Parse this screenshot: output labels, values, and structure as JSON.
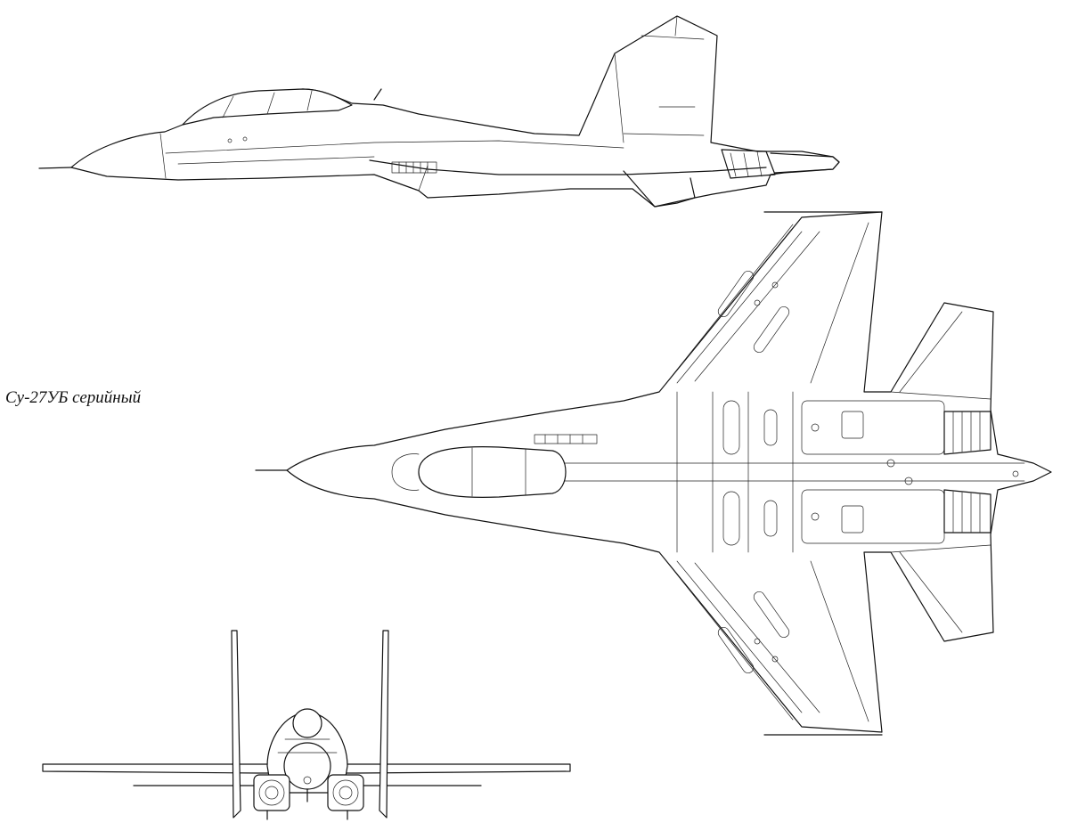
{
  "caption": "Су-27УБ серийный",
  "views": {
    "side": "side-view",
    "top": "top-view",
    "front": "front-view"
  }
}
